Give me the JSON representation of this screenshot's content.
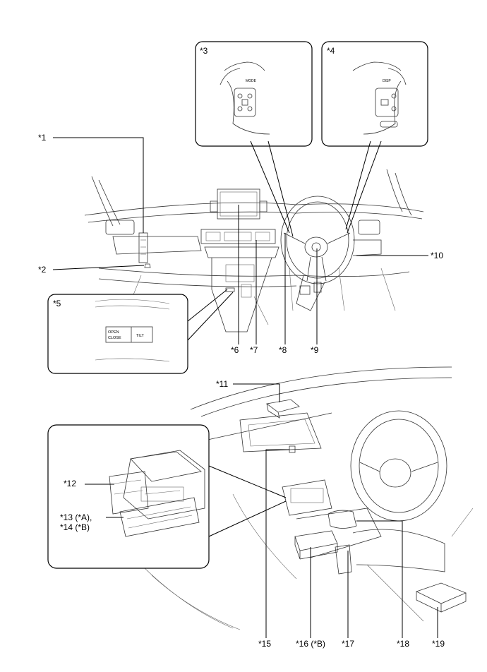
{
  "callouts": {
    "c1": "*1",
    "c2": "*2",
    "c3": "*3",
    "c4": "*4",
    "c5": "*5",
    "c6": "*6",
    "c7": "*7",
    "c8": "*8",
    "c9": "*9",
    "c10": "*10",
    "c11": "*11",
    "c12": "*12",
    "c13": "*13 (*A),",
    "c14": "*14 (*B)",
    "c15": "*15",
    "c16": "*16 (*B)",
    "c17": "*17",
    "c18": "*18",
    "c19": "*19"
  },
  "switch_labels": {
    "mode": "MODE",
    "disp": "DISP",
    "open_close_1": "OPEN",
    "open_close_2": "CLOSE",
    "tilt": "TILT"
  }
}
